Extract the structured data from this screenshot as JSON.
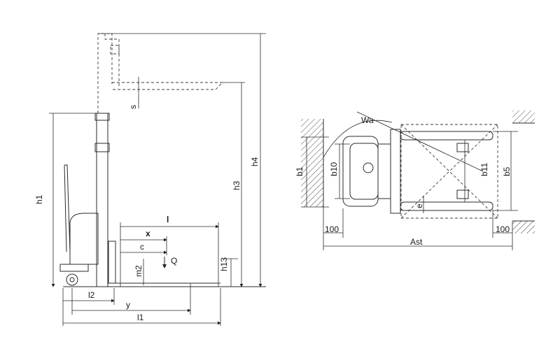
{
  "labels": {
    "h1": "h1",
    "h3": "h3",
    "h4": "h4",
    "h13": "h13",
    "s": "s",
    "l": "l",
    "x": "x",
    "c": "c",
    "Q": "Q",
    "m2": "m2",
    "l2": "l2",
    "y": "y",
    "l1": "l1",
    "Wa": "Wa",
    "b1": "b1",
    "b10": "b10",
    "b11": "b11",
    "b5": "b5",
    "e": "e",
    "left_100": "100",
    "right_100": "100",
    "Ast": "Ast"
  }
}
